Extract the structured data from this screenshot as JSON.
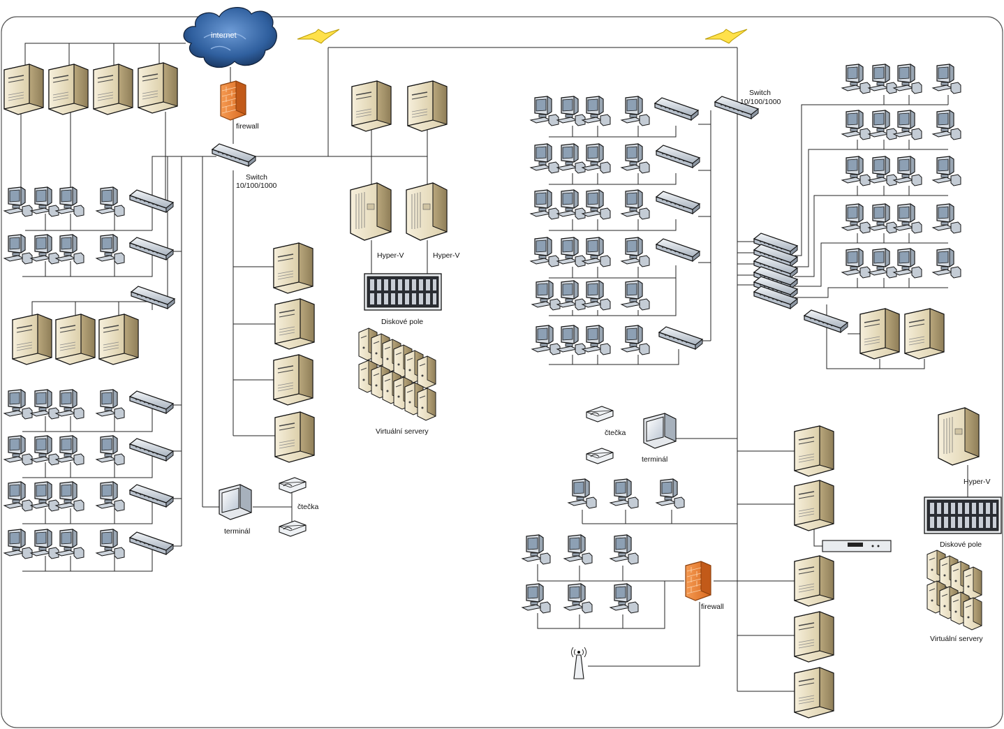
{
  "labels": {
    "internet": "internet",
    "firewall": "firewall",
    "switch_line1": "Switch",
    "switch_line2": "10/100/1000",
    "hyperv": "Hyper-V",
    "disk_array": "Diskové pole",
    "virtual_servers": "Virtuální servery",
    "terminal": "terminál",
    "reader": "čtečka"
  },
  "colors": {
    "server_body": "#efe6cf",
    "server_side": "#c2b28a",
    "firewall": "#e8823a",
    "cloud": "#2f5f9e",
    "switch": "#dde3ea",
    "line": "#222222",
    "frame": "#555555"
  }
}
